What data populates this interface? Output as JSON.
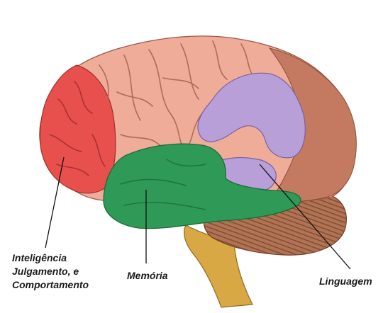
{
  "labels": {
    "frontal_line1": "Inteligência",
    "frontal_line2": "Julgamento, e",
    "frontal_line3": "Comportamento",
    "memory": "Memória",
    "language": "Linguagem"
  },
  "colors": {
    "frontal": "#e8504e",
    "cortex": "#eeac99",
    "temporal": "#2f9a58",
    "language": "#b89fd8",
    "rear": "#c37a60",
    "cerebellum": "#b27354",
    "brainstem": "#d8a845"
  }
}
